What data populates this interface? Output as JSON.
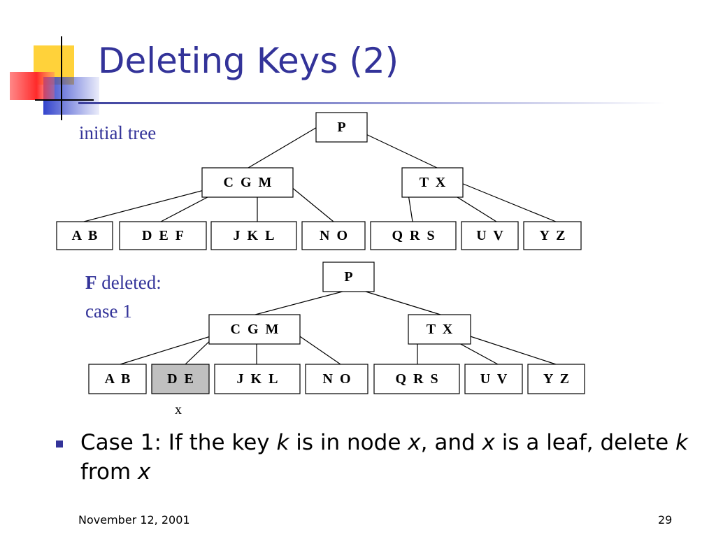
{
  "slide": {
    "title": "Deleting Keys (2)",
    "footer_date": "November 12, 2001",
    "page_number": "29"
  },
  "captions": {
    "initial": "initial tree",
    "deleted_key": "F",
    "deleted_rest": " deleted:",
    "case": "case 1"
  },
  "bullet": {
    "parts": [
      {
        "text": "Case 1: If the key ",
        "italic": false
      },
      {
        "text": "k",
        "italic": true
      },
      {
        "text": " is in node ",
        "italic": false
      },
      {
        "text": "x",
        "italic": true
      },
      {
        "text": ", and ",
        "italic": false
      },
      {
        "text": "x",
        "italic": true
      },
      {
        "text": " is a leaf, delete ",
        "italic": false
      },
      {
        "text": "k",
        "italic": true
      },
      {
        "text": " from ",
        "italic": false
      },
      {
        "text": "x",
        "italic": true
      }
    ]
  },
  "trees": [
    {
      "name": "initial-tree",
      "root": "P",
      "internal": [
        "C  G  M",
        "T  X"
      ],
      "leaves": [
        "A  B",
        "D  E  F",
        "J  K  L",
        "N  O",
        "Q  R  S",
        "U  V",
        "Y  Z"
      ],
      "highlighted_leaf": -1,
      "leaf_label": ""
    },
    {
      "name": "f-deleted-tree",
      "root": "P",
      "internal": [
        "C  G  M",
        "T  X"
      ],
      "leaves": [
        "A  B",
        "D  E",
        "J  K  L",
        "N  O",
        "Q  R  S",
        "U  V",
        "Y  Z"
      ],
      "highlighted_leaf": 1,
      "leaf_label": "x"
    }
  ],
  "colors": {
    "accent": "#333399",
    "highlight": "#c0c0c0"
  }
}
